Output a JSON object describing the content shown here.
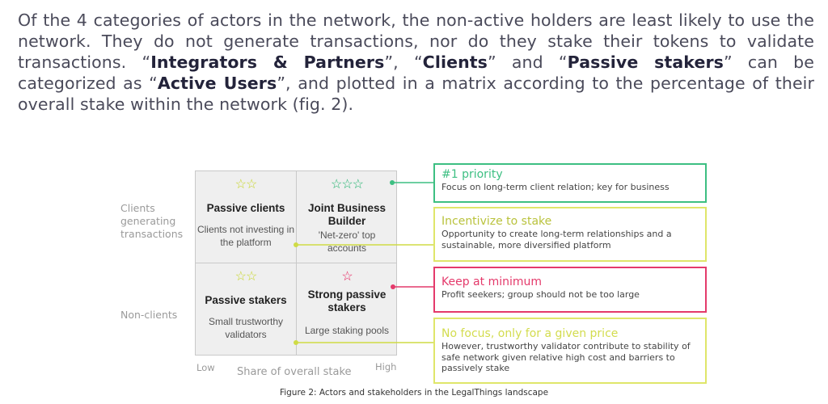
{
  "paragraph": {
    "part1": "Of the 4 categories of actors in the network, the non-active holders are least likely to use the network. They do not generate transactions, nor do they stake their tokens to validate transactions. “",
    "bold1": "Integrators & Partners",
    "part2": "”, “",
    "bold2": "Clients",
    "part3": "” and “",
    "bold3": "Passive stakers",
    "part4": "” can be categorized as “",
    "bold4": "Active Users",
    "part5": "”, and plotted in a matrix according to the percentage of their overall stake within the network (fig. 2)."
  },
  "matrix": {
    "row_labels": [
      "Clients generating transactions",
      "Non-clients"
    ],
    "x_axis": {
      "low": "Low",
      "title": "Share of overall stake",
      "high": "High"
    },
    "cells": [
      {
        "stars": "☆☆",
        "star_count": 2,
        "star_color": "#c8d62b",
        "title": "Passive clients",
        "desc": "Clients not investing in the platform"
      },
      {
        "stars": "☆☆☆",
        "star_count": 3,
        "star_color": "#21b36e",
        "title": "Joint Business Builder",
        "desc": "'Net-zero' top accounts"
      },
      {
        "stars": "☆☆",
        "star_count": 2,
        "star_color": "#c8d62b",
        "title": "Passive stakers",
        "desc": "Small trustworthy validators"
      },
      {
        "stars": "☆",
        "star_count": 1,
        "star_color": "#e8225e",
        "title": "Strong passive stakers",
        "desc": "Large staking pools"
      }
    ]
  },
  "callouts": [
    {
      "heading": "#1 priority",
      "body": "Focus on long-term client relation; key for business",
      "color": "#3dbf82"
    },
    {
      "heading": "Incentivize to stake",
      "body": "Opportunity to create long-term relationships and a sustainable, more diversified platform",
      "color": "#cfdb45"
    },
    {
      "heading": "Keep at minimum",
      "body": "Profit seekers; group should not be too large",
      "color": "#e43a6b"
    },
    {
      "heading": "No focus, only for a given price",
      "body": "However, trustworthy validator contribute to stability of safe network given relative high cost and barriers to passively stake",
      "color": "#cfdb45"
    }
  ],
  "caption": "Figure 2: Actors and stakeholders in the LegalThings landscape"
}
